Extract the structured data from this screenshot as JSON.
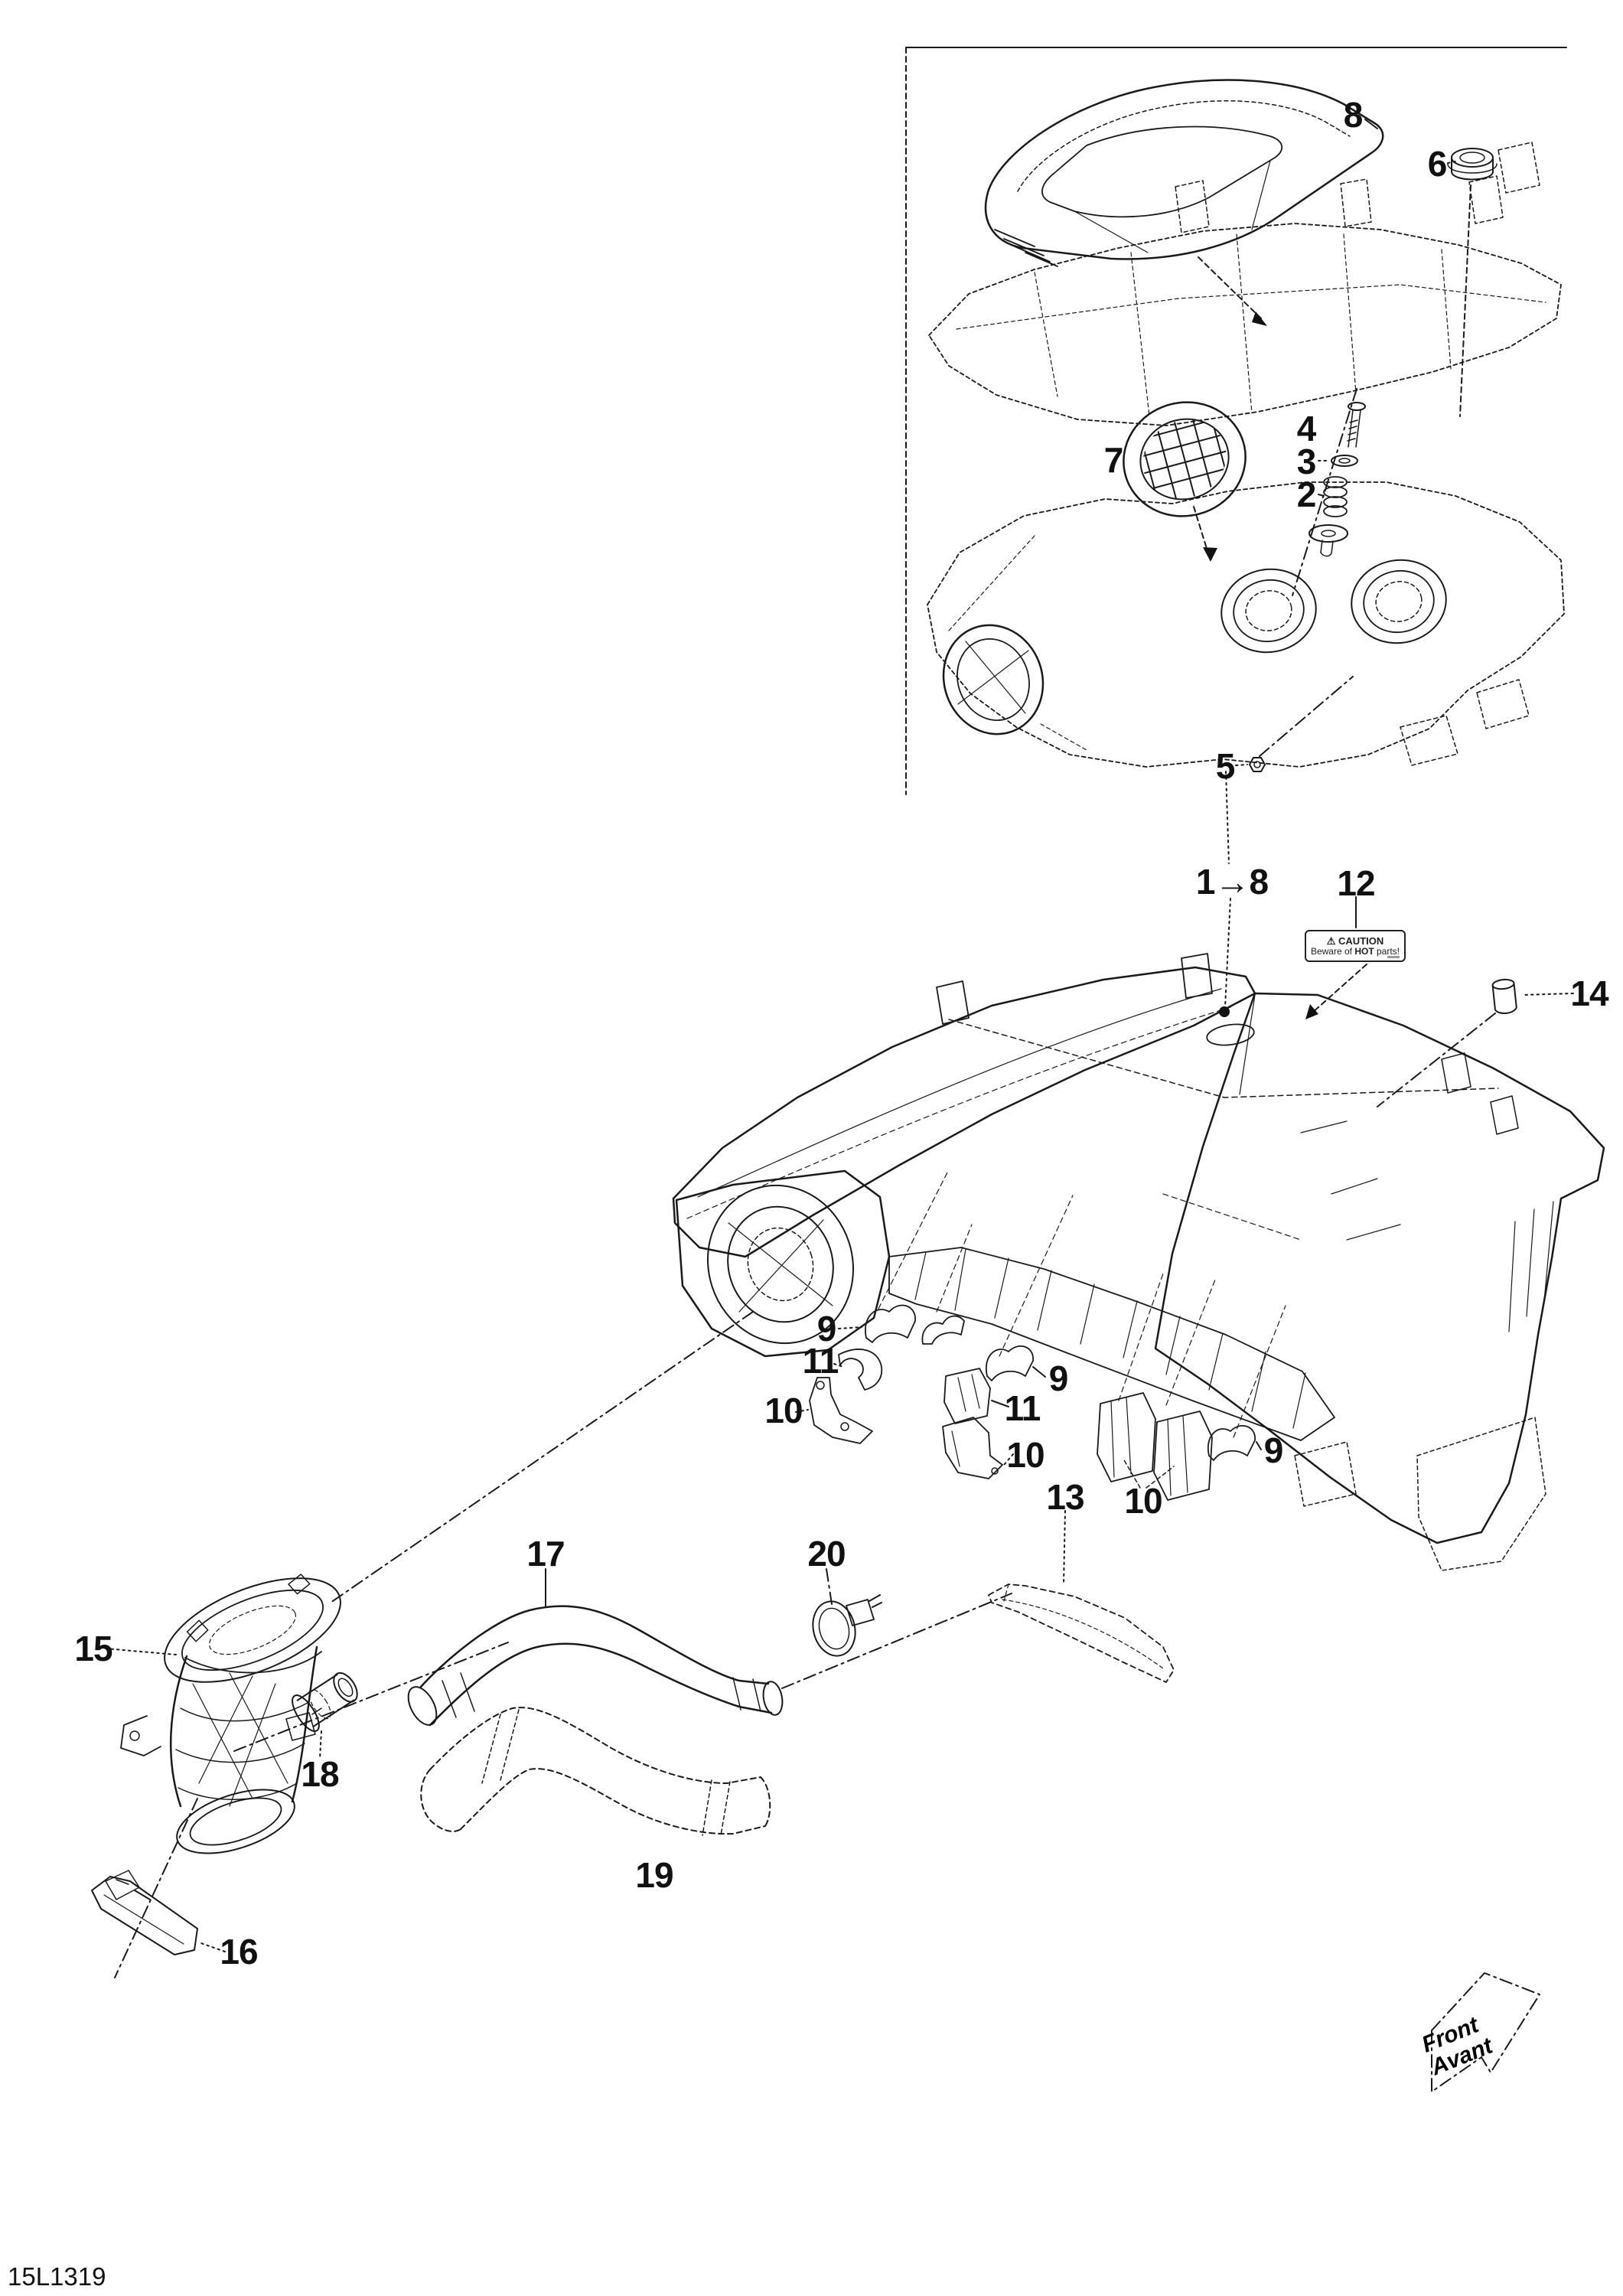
{
  "document": {
    "type": "exploded-parts-diagram",
    "subject": "air-intake-system",
    "code": "15L1319",
    "front_marker": {
      "line1": "Front",
      "line2": "Avant"
    }
  },
  "caution_sticker": {
    "warning_symbol": "⚠",
    "title": "CAUTION",
    "body_pre": "Beware of ",
    "body_em": "HOT",
    "body_post": " parts!"
  },
  "callouts": {
    "c8": "8",
    "c6": "6",
    "c7": "7",
    "c4": "4",
    "c3": "3",
    "c2": "2",
    "c5": "5",
    "c1_8": "1→8",
    "c12": "12",
    "c14": "14",
    "c9a": "9",
    "c11a": "11",
    "c10a": "10",
    "c9b": "9",
    "c11b": "11",
    "c10b": "10",
    "c9c": "9",
    "c13": "13",
    "c10c": "10",
    "c15": "15",
    "c17": "17",
    "c20": "20",
    "c18": "18",
    "c19": "19",
    "c16": "16"
  }
}
